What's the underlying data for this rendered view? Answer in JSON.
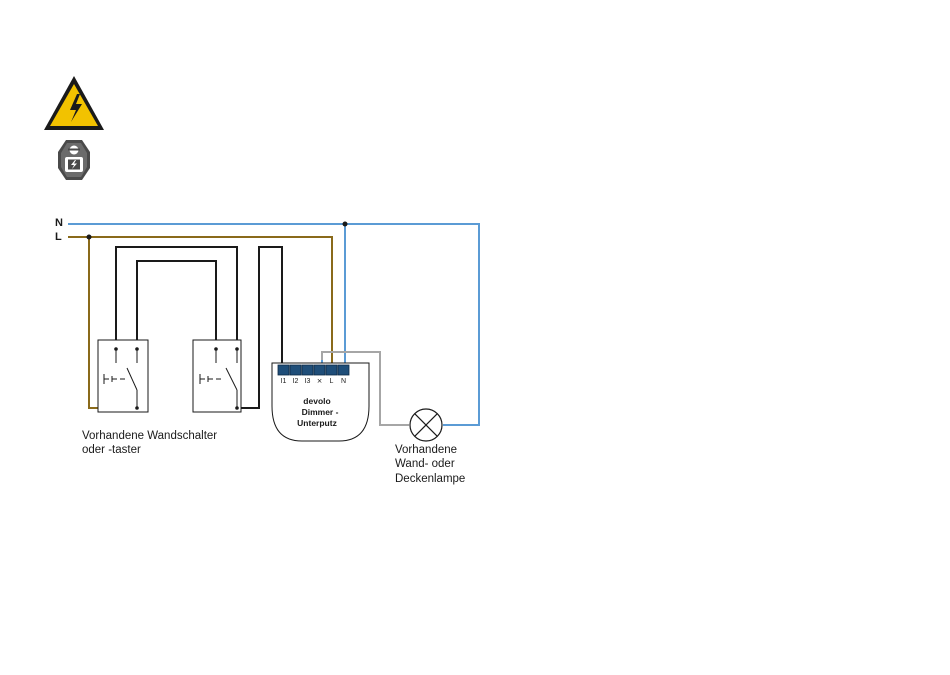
{
  "colors": {
    "neutral": "#5b9bd5",
    "live": "#8a6a1a",
    "wire": "#1a1a1a",
    "load": "#a6a6a6",
    "terminal": "#1f4e79",
    "warning_yellow": "#f2c200"
  },
  "icons": {
    "warning": "high-voltage-warning-icon",
    "electrician": "qualified-electrician-icon"
  },
  "lines": {
    "neutral_label": "N",
    "live_label": "L"
  },
  "module": {
    "terminals": [
      "I1",
      "I2",
      "I3",
      "⨯",
      "L",
      "N"
    ],
    "name_line1": "devolo",
    "name_line2": "Dimmer -",
    "name_line3": "Unterputz"
  },
  "switches": {
    "caption_line1": "Vorhandene Wandschalter",
    "caption_line2": "oder -taster"
  },
  "lamp": {
    "caption_line1": "Vorhandene",
    "caption_line2": "Wand- oder",
    "caption_line3": "Deckenlampe"
  }
}
